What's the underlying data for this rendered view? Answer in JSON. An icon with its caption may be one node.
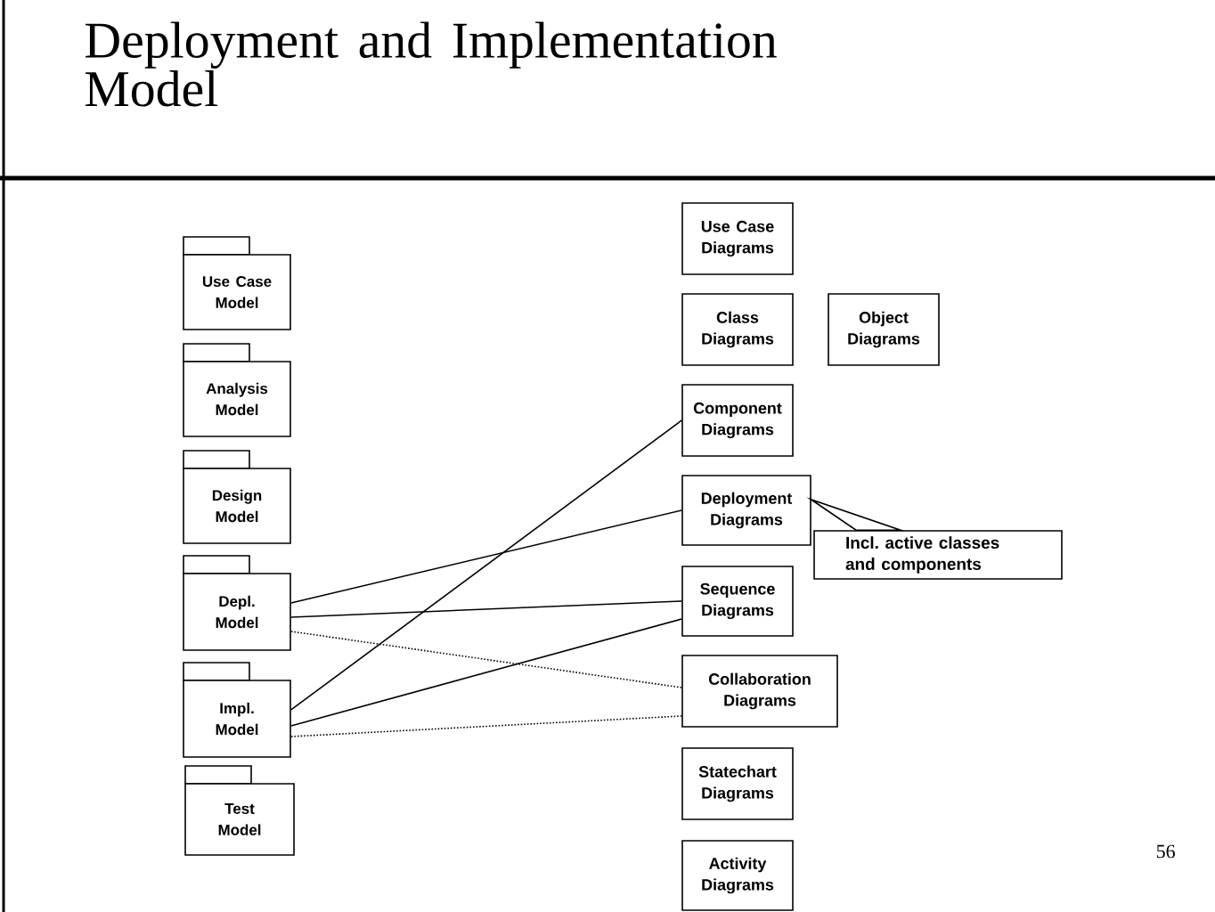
{
  "diagram": {
    "title": "Deployment and Implementation Model",
    "nodes": [
      {
        "text": [
          "Use Case Model"
        ]
      },
      {
        "text": [
          "Analysis Model"
        ]
      },
      {
        "text": [
          "Design Model"
        ]
      },
      {
        "text": [
          "Depl. Model"
        ]
      },
      {
        "text": [
          "Impl. Model"
        ]
      },
      {
        "text": [
          "Test Model"
        ]
      },
      {
        "text": [
          "Use Case Diagrams"
        ]
      },
      {
        "text": [
          "Class Diagrams"
        ]
      },
      {
        "text": [
          "Object Diagrams"
        ]
      },
      {
        "text": [
          "Component Diagrams"
        ]
      },
      {
        "text": [
          "Deployment Diagrams"
        ]
      },
      {
        "text": [
          "Sequence Diagrams"
        ]
      },
      {
        "text": [
          "Collaboration Diagrams"
        ]
      },
      {
        "text": [
          "Statechart Diagrams"
        ]
      },
      {
        "text": [
          "Activity Diagrams"
        ]
      },
      {
        "text": [
          "Incl. active classes and components"
        ]
      }
    ],
    "edges": [
      {
        "from": 3,
        "to": 10,
        "arrow": "none"
      },
      {
        "from": 3,
        "to": 11,
        "arrow": "none"
      },
      {
        "from": 3,
        "to": 12,
        "arrow": "none",
        "style": "dashed"
      },
      {
        "from": 4,
        "to": 9,
        "arrow": "none"
      },
      {
        "from": 4,
        "to": 11,
        "arrow": "none"
      },
      {
        "from": 4,
        "to": 12,
        "arrow": "none",
        "style": "dashed"
      },
      {
        "from": 15,
        "to": 10,
        "arrow": "none"
      }
    ],
    "labels": [
      "56"
    ]
  }
}
